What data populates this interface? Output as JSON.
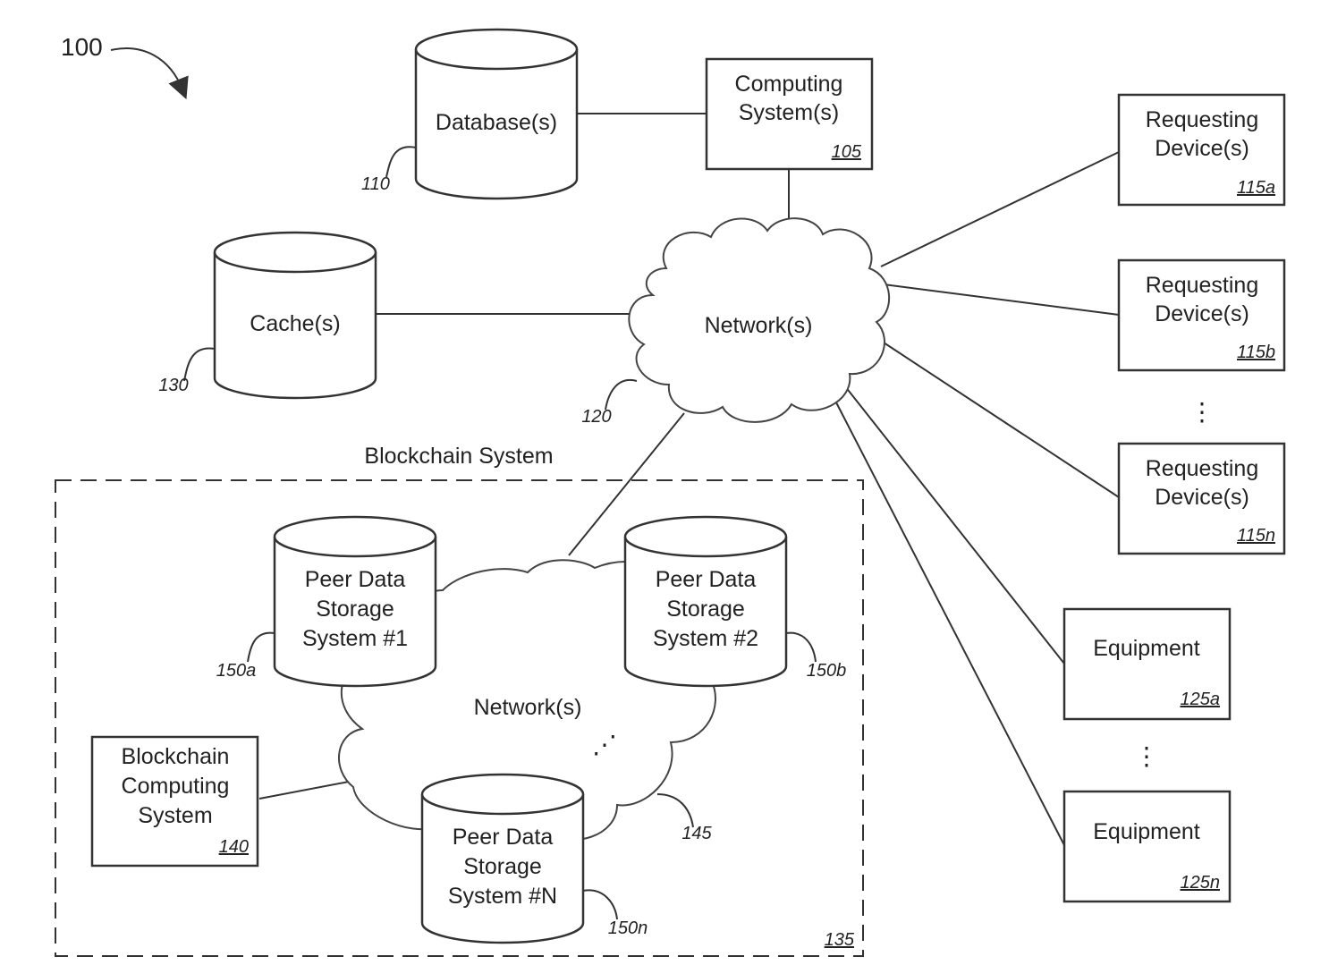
{
  "figure": {
    "ref": "100"
  },
  "nodes": {
    "database": {
      "label": "Database(s)",
      "ref": "110"
    },
    "computing_system": {
      "label_lines": [
        "Computing",
        "System(s)"
      ],
      "ref": "105"
    },
    "cache": {
      "label": "Cache(s)",
      "ref": "130"
    },
    "network": {
      "label": "Network(s)",
      "ref": "120"
    },
    "requesting_a": {
      "label_lines": [
        "Requesting",
        "Device(s)"
      ],
      "ref": "115a"
    },
    "requesting_b": {
      "label_lines": [
        "Requesting",
        "Device(s)"
      ],
      "ref": "115b"
    },
    "requesting_n": {
      "label_lines": [
        "Requesting",
        "Device(s)"
      ],
      "ref": "115n"
    },
    "equipment_a": {
      "label": "Equipment",
      "ref": "125a"
    },
    "equipment_n": {
      "label": "Equipment",
      "ref": "125n"
    },
    "ellipsis": "⋮"
  },
  "blockchain": {
    "title": "Blockchain System",
    "ref": "135",
    "inner_network": {
      "label": "Network(s)",
      "ref": "145"
    },
    "peer1": {
      "label_lines": [
        "Peer Data",
        "Storage",
        "System #1"
      ],
      "ref": "150a"
    },
    "peer2": {
      "label_lines": [
        "Peer Data",
        "Storage",
        "System #2"
      ],
      "ref": "150b"
    },
    "peerN": {
      "label_lines": [
        "Peer Data",
        "Storage",
        "System #N"
      ],
      "ref": "150n"
    },
    "computing": {
      "label_lines": [
        "Blockchain",
        "Computing",
        "System"
      ],
      "ref": "140"
    },
    "ellipsis": "⋰"
  }
}
